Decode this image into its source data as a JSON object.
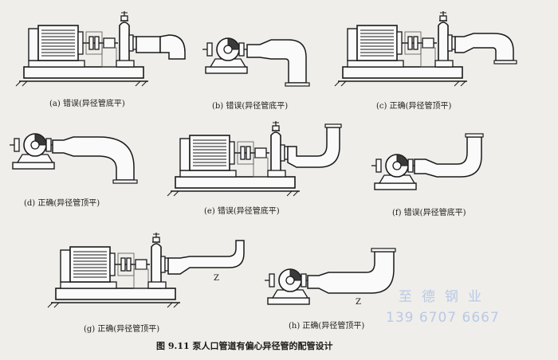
{
  "panels": [
    {
      "id": "a",
      "caption": "(a) 错误(异径管底平)"
    },
    {
      "id": "b",
      "caption": "(b) 错误(异径管底平)"
    },
    {
      "id": "c",
      "caption": "(c) 正确(异径管顶平)"
    },
    {
      "id": "d",
      "caption": "(d) 正确(异径管顶平)"
    },
    {
      "id": "e",
      "caption": "(e) 错误(异径管底平)"
    },
    {
      "id": "f",
      "caption": "(f) 错误(异径管底平)"
    },
    {
      "id": "g",
      "caption": "(g) 正确(异径管顶平)"
    },
    {
      "id": "h",
      "caption": "(h) 正确(异径管顶平)"
    }
  ],
  "figure_title": "图 9.11   泵人口管道有偏心异径管的配管设计",
  "watermark": {
    "line1": "至德钢业",
    "line2": "139 6707 6667"
  }
}
